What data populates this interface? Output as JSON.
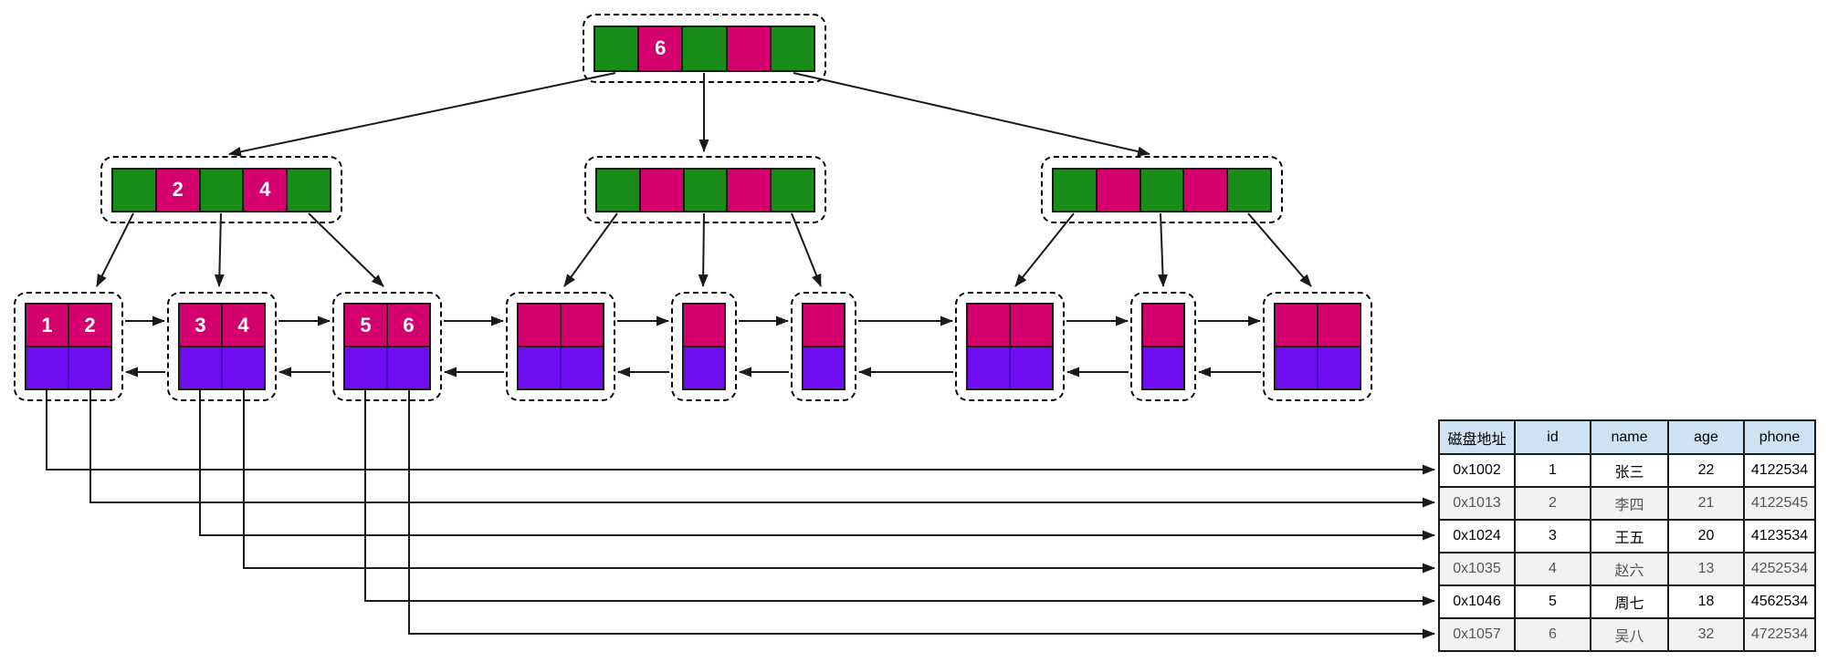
{
  "diagram": {
    "type": "bplus-tree-index",
    "colors": {
      "green": "#1a8c1a",
      "pink": "#d4006e",
      "purple": "#6e0cf2",
      "purple_divider": "#4a0ac0",
      "line": "#1a1a1a"
    },
    "internal_nodes": [
      {
        "name": "root",
        "cells": [
          {
            "color": "green",
            "label": ""
          },
          {
            "color": "pink",
            "label": "6"
          },
          {
            "color": "green",
            "label": ""
          },
          {
            "color": "pink",
            "label": ""
          },
          {
            "color": "green",
            "label": ""
          }
        ]
      },
      {
        "name": "branch-left",
        "cells": [
          {
            "color": "green",
            "label": ""
          },
          {
            "color": "pink",
            "label": "2"
          },
          {
            "color": "green",
            "label": ""
          },
          {
            "color": "pink",
            "label": "4"
          },
          {
            "color": "green",
            "label": ""
          }
        ]
      },
      {
        "name": "branch-middle",
        "cells": [
          {
            "color": "green",
            "label": ""
          },
          {
            "color": "pink",
            "label": ""
          },
          {
            "color": "green",
            "label": ""
          },
          {
            "color": "pink",
            "label": ""
          },
          {
            "color": "green",
            "label": ""
          }
        ]
      },
      {
        "name": "branch-right",
        "cells": [
          {
            "color": "green",
            "label": ""
          },
          {
            "color": "pink",
            "label": ""
          },
          {
            "color": "green",
            "label": ""
          },
          {
            "color": "pink",
            "label": ""
          },
          {
            "color": "green",
            "label": ""
          }
        ]
      }
    ],
    "leaf_nodes": [
      {
        "name": "leaf-1",
        "keys": [
          "1",
          "2"
        ]
      },
      {
        "name": "leaf-2",
        "keys": [
          "3",
          "4"
        ]
      },
      {
        "name": "leaf-3",
        "keys": [
          "5",
          "6"
        ]
      },
      {
        "name": "leaf-4",
        "keys": [
          "",
          ""
        ]
      },
      {
        "name": "leaf-5",
        "keys": [
          ""
        ]
      },
      {
        "name": "leaf-6",
        "keys": [
          ""
        ]
      },
      {
        "name": "leaf-7",
        "keys": [
          "",
          ""
        ]
      },
      {
        "name": "leaf-8",
        "keys": [
          ""
        ]
      },
      {
        "name": "leaf-9",
        "keys": [
          "",
          ""
        ]
      }
    ]
  },
  "table": {
    "headers": [
      "磁盘地址",
      "id",
      "name",
      "age",
      "phone"
    ],
    "rows": [
      [
        "0x1002",
        "1",
        "张三",
        "22",
        "4122534"
      ],
      [
        "0x1013",
        "2",
        "李四",
        "21",
        "4122545"
      ],
      [
        "0x1024",
        "3",
        "王五",
        "20",
        "4123534"
      ],
      [
        "0x1035",
        "4",
        "赵六",
        "13",
        "4252534"
      ],
      [
        "0x1046",
        "5",
        "周七",
        "18",
        "4562534"
      ],
      [
        "0x1057",
        "6",
        "吴八",
        "32",
        "4722534"
      ]
    ],
    "header_bg": "#cfe2f3",
    "alt_row_bg": "#f2f2f2"
  }
}
